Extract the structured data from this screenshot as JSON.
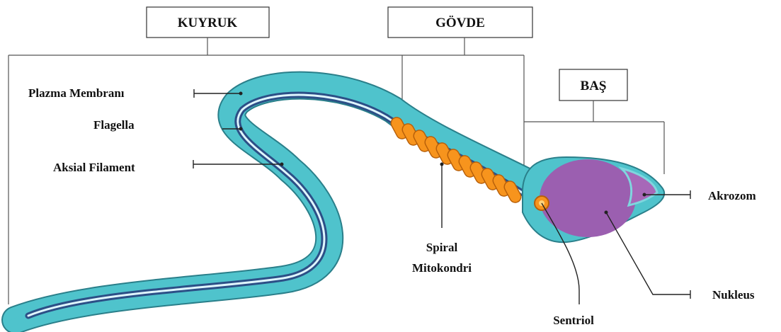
{
  "regions": {
    "tail": "KUYRUK",
    "midpiece": "GÖVDE",
    "head": "BAŞ"
  },
  "labels": {
    "plasma_membrane": "Plazma Membranı",
    "flagella": "Flagella",
    "axial_filament": "Aksial Filament",
    "spiral_mitochondria_line1": "Spiral",
    "spiral_mitochondria_line2": "Mitokondri",
    "centriole": "Sentriol",
    "acrosome": "Akrozom",
    "nucleus": "Nukleus"
  },
  "colors": {
    "cell_body": "#4fc3cc",
    "cell_outline": "#2a7f8a",
    "axial": "#2c4f86",
    "axial_core": "#dff6ff",
    "mitochondria": "#f7941d",
    "mitochondria_outline": "#b8600a",
    "nucleus": "#9b5fb0",
    "acrosome": "#a768b8"
  }
}
